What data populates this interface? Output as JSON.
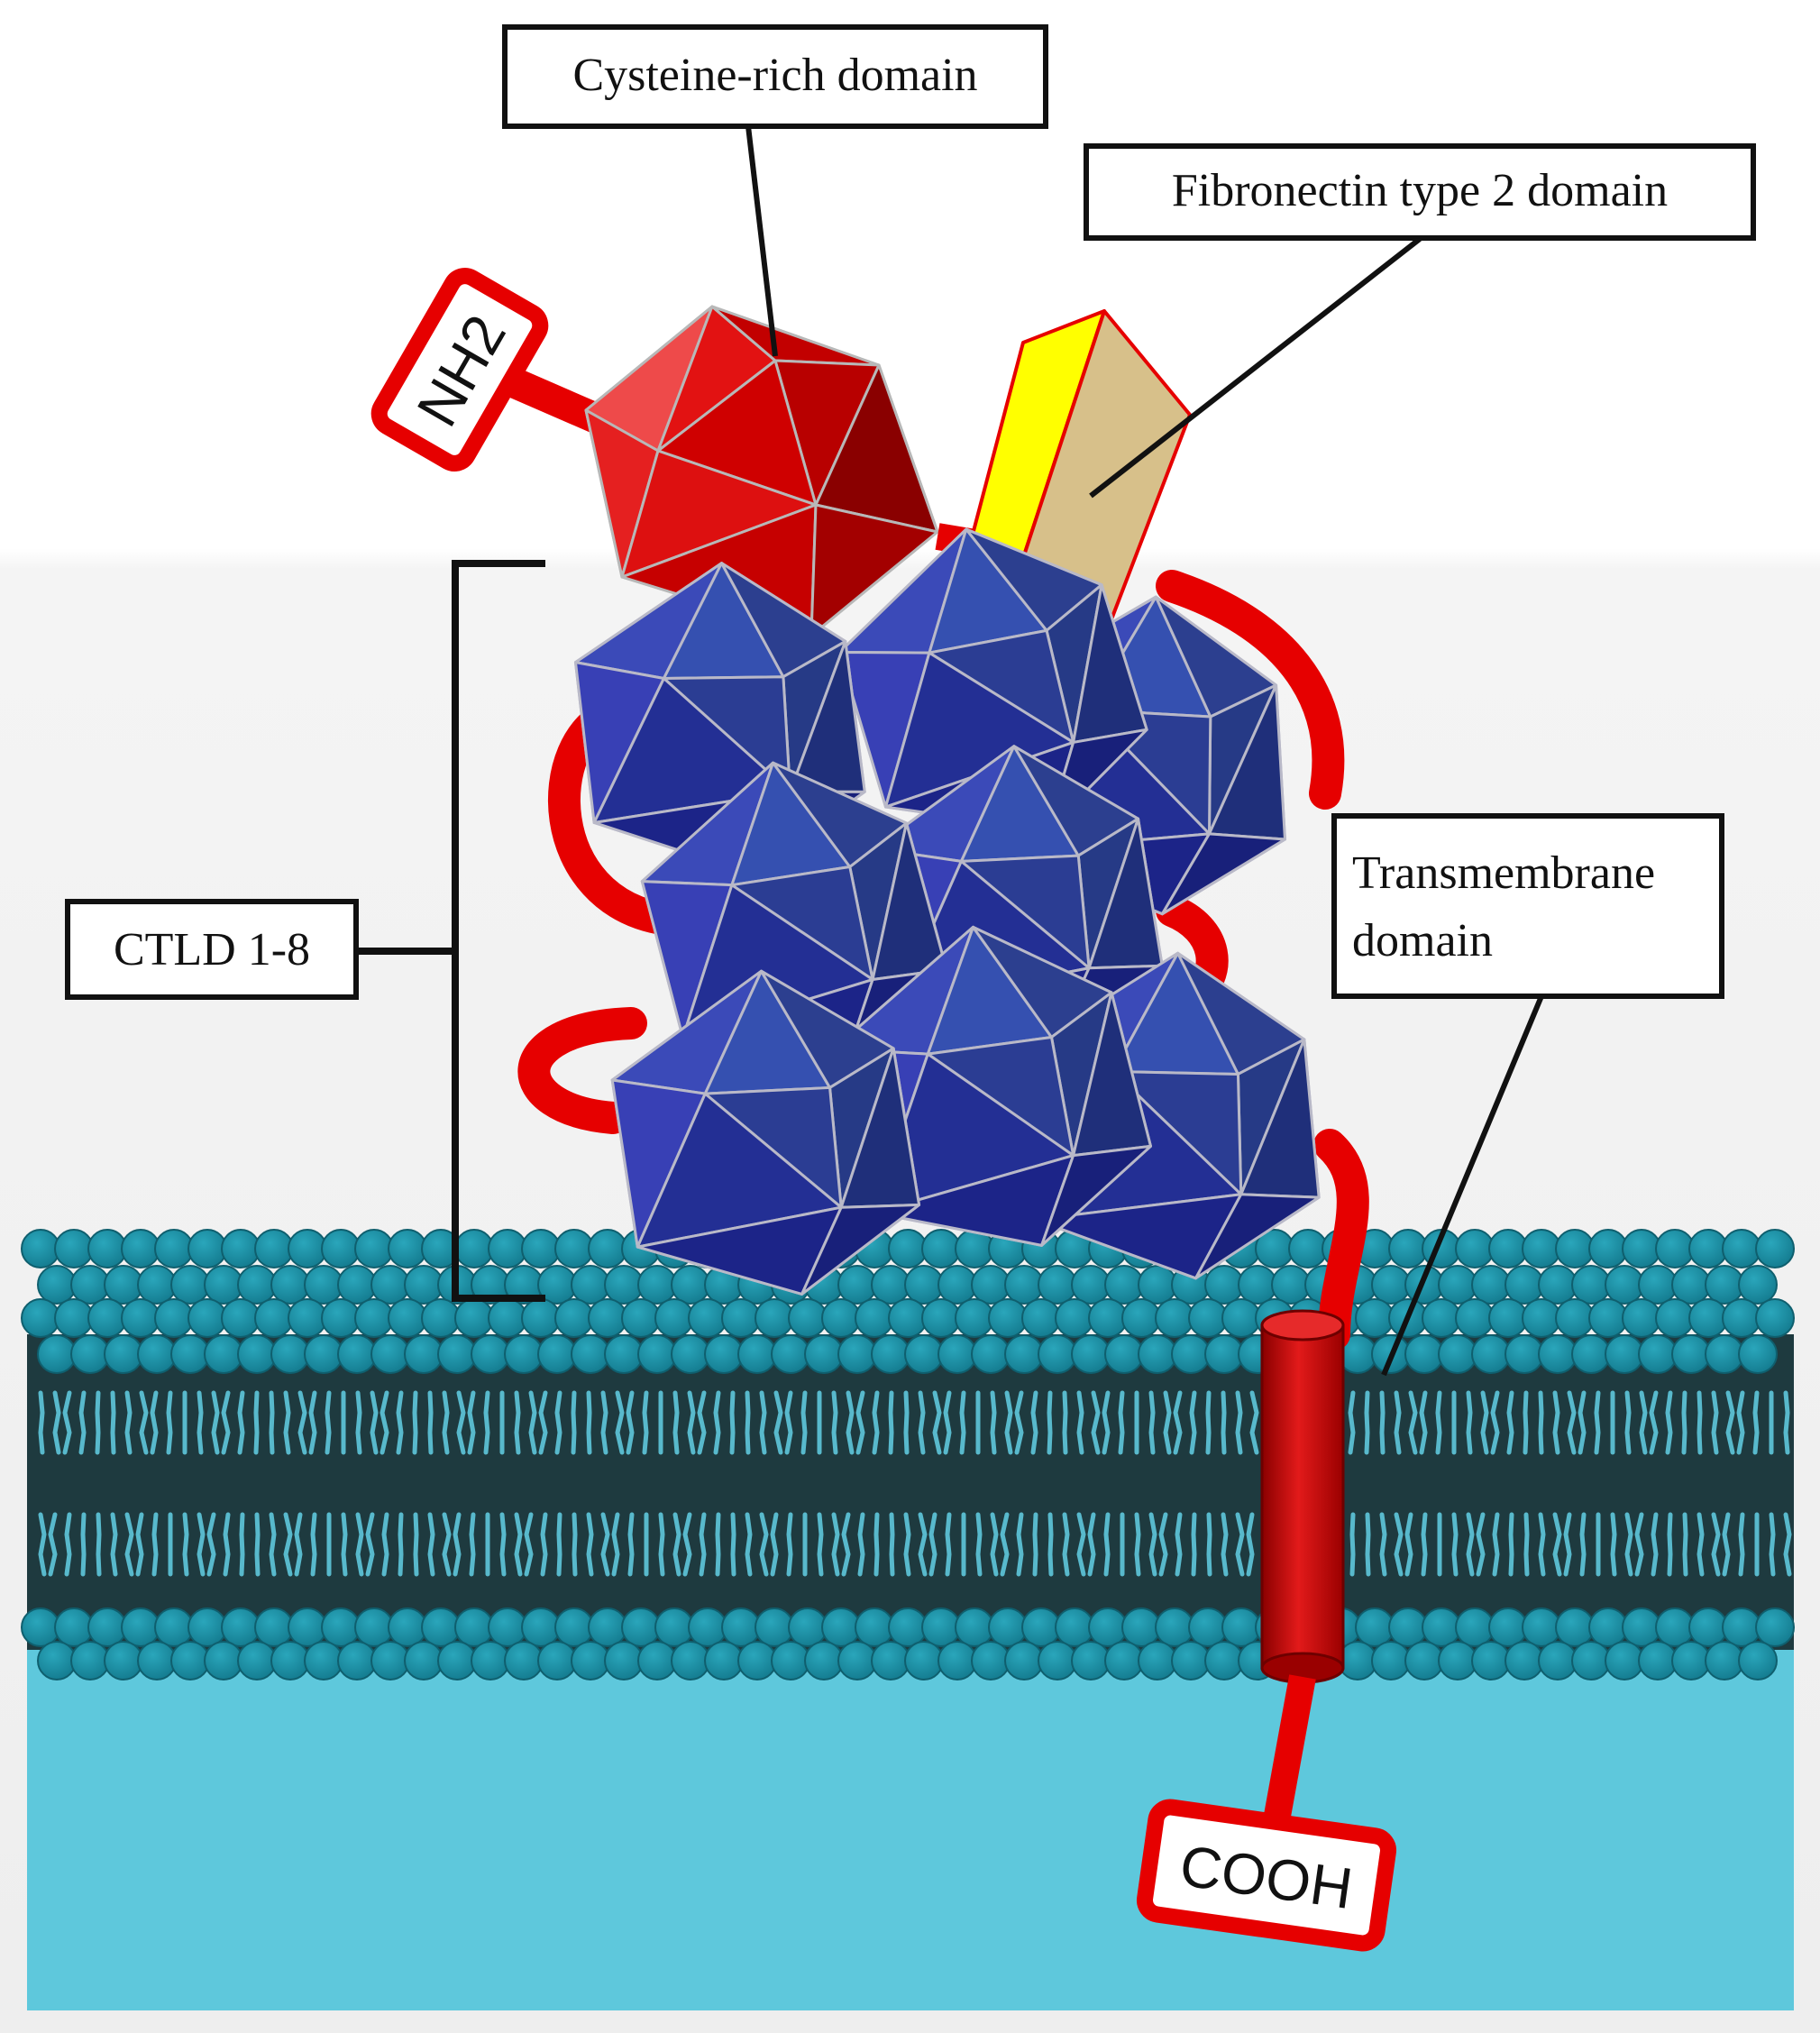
{
  "labels": {
    "cysteine": "Cysteine-rich domain",
    "fibronectin": "Fibronectin type 2 domain",
    "ctld": "CTLD 1-8",
    "transmembrane_line1": "Transmembrane",
    "transmembrane_line2": "domain",
    "n_terminus": "NH2",
    "c_terminus": "COOH"
  },
  "colors": {
    "background_top": "#ffffff",
    "background_mid": "#f2f2f2",
    "cytoplasm": "#5ec8dc",
    "lipid_head": "#1b8ea3",
    "lipid_core": "#1e3a3f",
    "lipid_tail": "#58b9cc",
    "ctld_blue": "#2e3aa0",
    "cysteine_red": "#d40000",
    "linker_red": "#e60000",
    "fibronectin_tan": "#d7c08a",
    "fibronectin_yellow": "#ffff00"
  },
  "icons": {
    "ctld_domain": "icosahedron-blue",
    "cysteine_domain": "icosahedron-red",
    "fibronectin_domain": "prism-tan-yellow",
    "transmembrane_helix": "cylinder-red"
  }
}
